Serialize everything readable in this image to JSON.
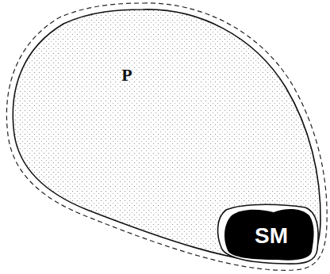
{
  "diagram": {
    "nodes": [
      {
        "text": [
          "P"
        ]
      },
      {
        "text": [
          "SM"
        ],
        "in": 0
      }
    ]
  }
}
